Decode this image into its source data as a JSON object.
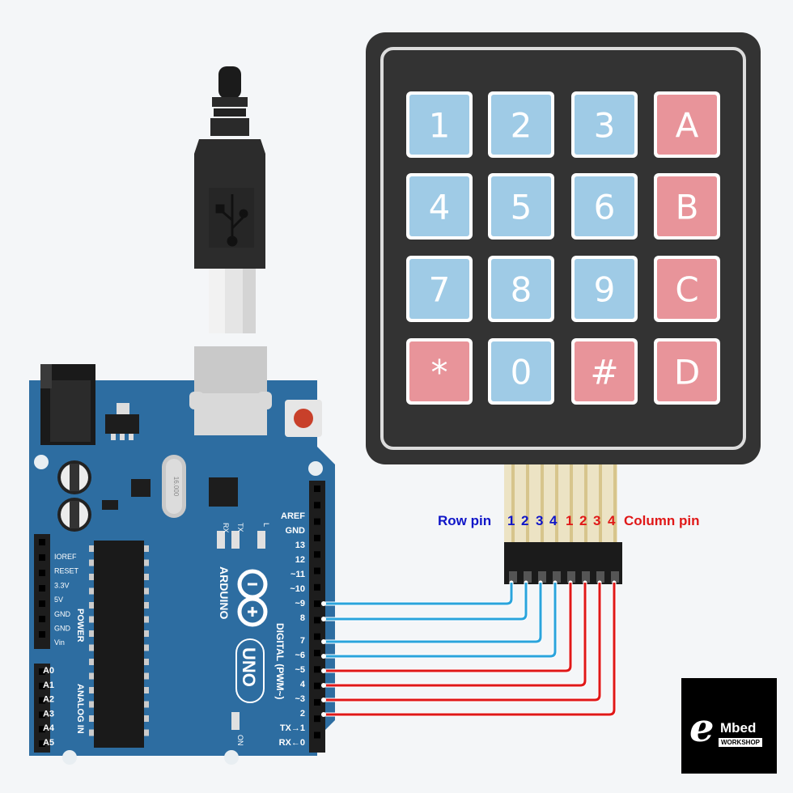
{
  "keypad": {
    "rows": [
      [
        {
          "label": "1",
          "color": "#9fcbe6"
        },
        {
          "label": "2",
          "color": "#9fcbe6"
        },
        {
          "label": "3",
          "color": "#9fcbe6"
        },
        {
          "label": "A",
          "color": "#e8949a"
        }
      ],
      [
        {
          "label": "4",
          "color": "#9fcbe6"
        },
        {
          "label": "5",
          "color": "#9fcbe6"
        },
        {
          "label": "6",
          "color": "#9fcbe6"
        },
        {
          "label": "B",
          "color": "#e8949a"
        }
      ],
      [
        {
          "label": "7",
          "color": "#9fcbe6"
        },
        {
          "label": "8",
          "color": "#9fcbe6"
        },
        {
          "label": "9",
          "color": "#9fcbe6"
        },
        {
          "label": "C",
          "color": "#e8949a"
        }
      ],
      [
        {
          "label": "*",
          "color": "#e8949a"
        },
        {
          "label": "0",
          "color": "#9fcbe6"
        },
        {
          "label": "#",
          "color": "#e8949a"
        },
        {
          "label": "D",
          "color": "#e8949a"
        }
      ]
    ]
  },
  "pins_legend": {
    "row_label": "Row pin",
    "row_numbers": [
      "1",
      "2",
      "3",
      "4"
    ],
    "column_numbers": [
      "1",
      "2",
      "3",
      "4"
    ],
    "column_label": "Column pin",
    "row_color": "#1016c8",
    "column_color": "#e01818"
  },
  "wires": {
    "row_color": "#2aa4dc",
    "column_color": "#e01818"
  },
  "board": {
    "name": "ARDUINO",
    "model": "UNO",
    "digital_pins": [
      "AREF",
      "GND",
      "13",
      "12",
      "~11",
      "~10",
      "~9",
      "8",
      "7",
      "~6",
      "~5",
      "4",
      "~3",
      "2",
      "TX→1",
      "RX←0"
    ],
    "digital_header": "DIGITAL (PWM~)",
    "power_pins": [
      "IOREF",
      "RESET",
      "3.3V",
      "5V",
      "GND",
      "GND",
      "Vin"
    ],
    "power_header": "POWER",
    "analog_pins": [
      "A0",
      "A1",
      "A2",
      "A3",
      "A4",
      "A5"
    ],
    "analog_header": "ANALOG IN",
    "led_labels": [
      "RX",
      "TX",
      "L"
    ],
    "on_label": "ON",
    "crystal_label": "16.000",
    "color": "#2d6da1"
  },
  "logo": {
    "letter": "e",
    "text": "Mbed",
    "sub": "WORKSHOP"
  }
}
